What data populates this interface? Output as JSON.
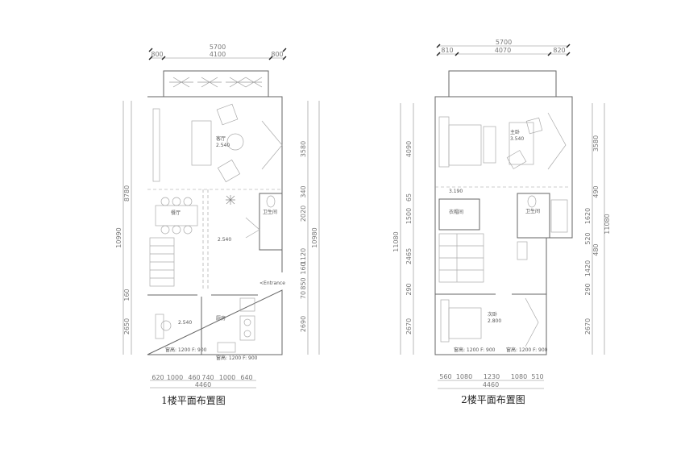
{
  "plan1": {
    "title": "1楼平面布置图",
    "top_total": "5700",
    "top_segments": [
      "800",
      "4100",
      "800"
    ],
    "left_dims": {
      "total": "10990",
      "upper": "8780",
      "mid": "160",
      "lower": "2650"
    },
    "right_dims": {
      "total": "10980",
      "a": "3580",
      "b": "340",
      "c": "2020",
      "d": "1120",
      "e": "160",
      "f": "850",
      "g": "70",
      "h": "2690"
    },
    "bottom_segments": [
      "620",
      "1000",
      "460",
      "740",
      "1000",
      "640"
    ],
    "bottom_total": "4460",
    "rooms": {
      "living": "客厅",
      "living_level": "2.540",
      "dining": "餐厅",
      "bath": "卫生间",
      "hall_level": "2.540",
      "entrance": "Entrance",
      "study_level": "2.540",
      "kitchen": "厨房",
      "window_note_1": "窗高: 1200 F: 900",
      "window_note_2": "窗高: 1200 F: 900"
    }
  },
  "plan2": {
    "title": "2楼平面布置图",
    "top_total": "5700",
    "top_segments": [
      "810",
      "4070",
      "820"
    ],
    "left_dims": {
      "total": "11080",
      "a": "4090",
      "b": "65",
      "c": "1500",
      "d": "2465",
      "e": "290",
      "f": "2670"
    },
    "right_dims": {
      "total": "11080",
      "a": "3580",
      "b": "490",
      "c": "1620",
      "d": "520",
      "e": "480",
      "f": "1420",
      "g": "290",
      "h": "2670"
    },
    "bottom_segments": [
      "560",
      "1080",
      "1230",
      "1080",
      "510"
    ],
    "bottom_total": "4460",
    "rooms": {
      "master": "主卧",
      "master_level": "3.540",
      "corridor_level": "3.190",
      "closet": "衣帽间",
      "bath": "卫生间",
      "second": "次卧",
      "second_level": "2.800",
      "window_note_1": "窗高: 1200 F: 900",
      "window_note_2": "窗高: 1200 F: 900"
    }
  }
}
